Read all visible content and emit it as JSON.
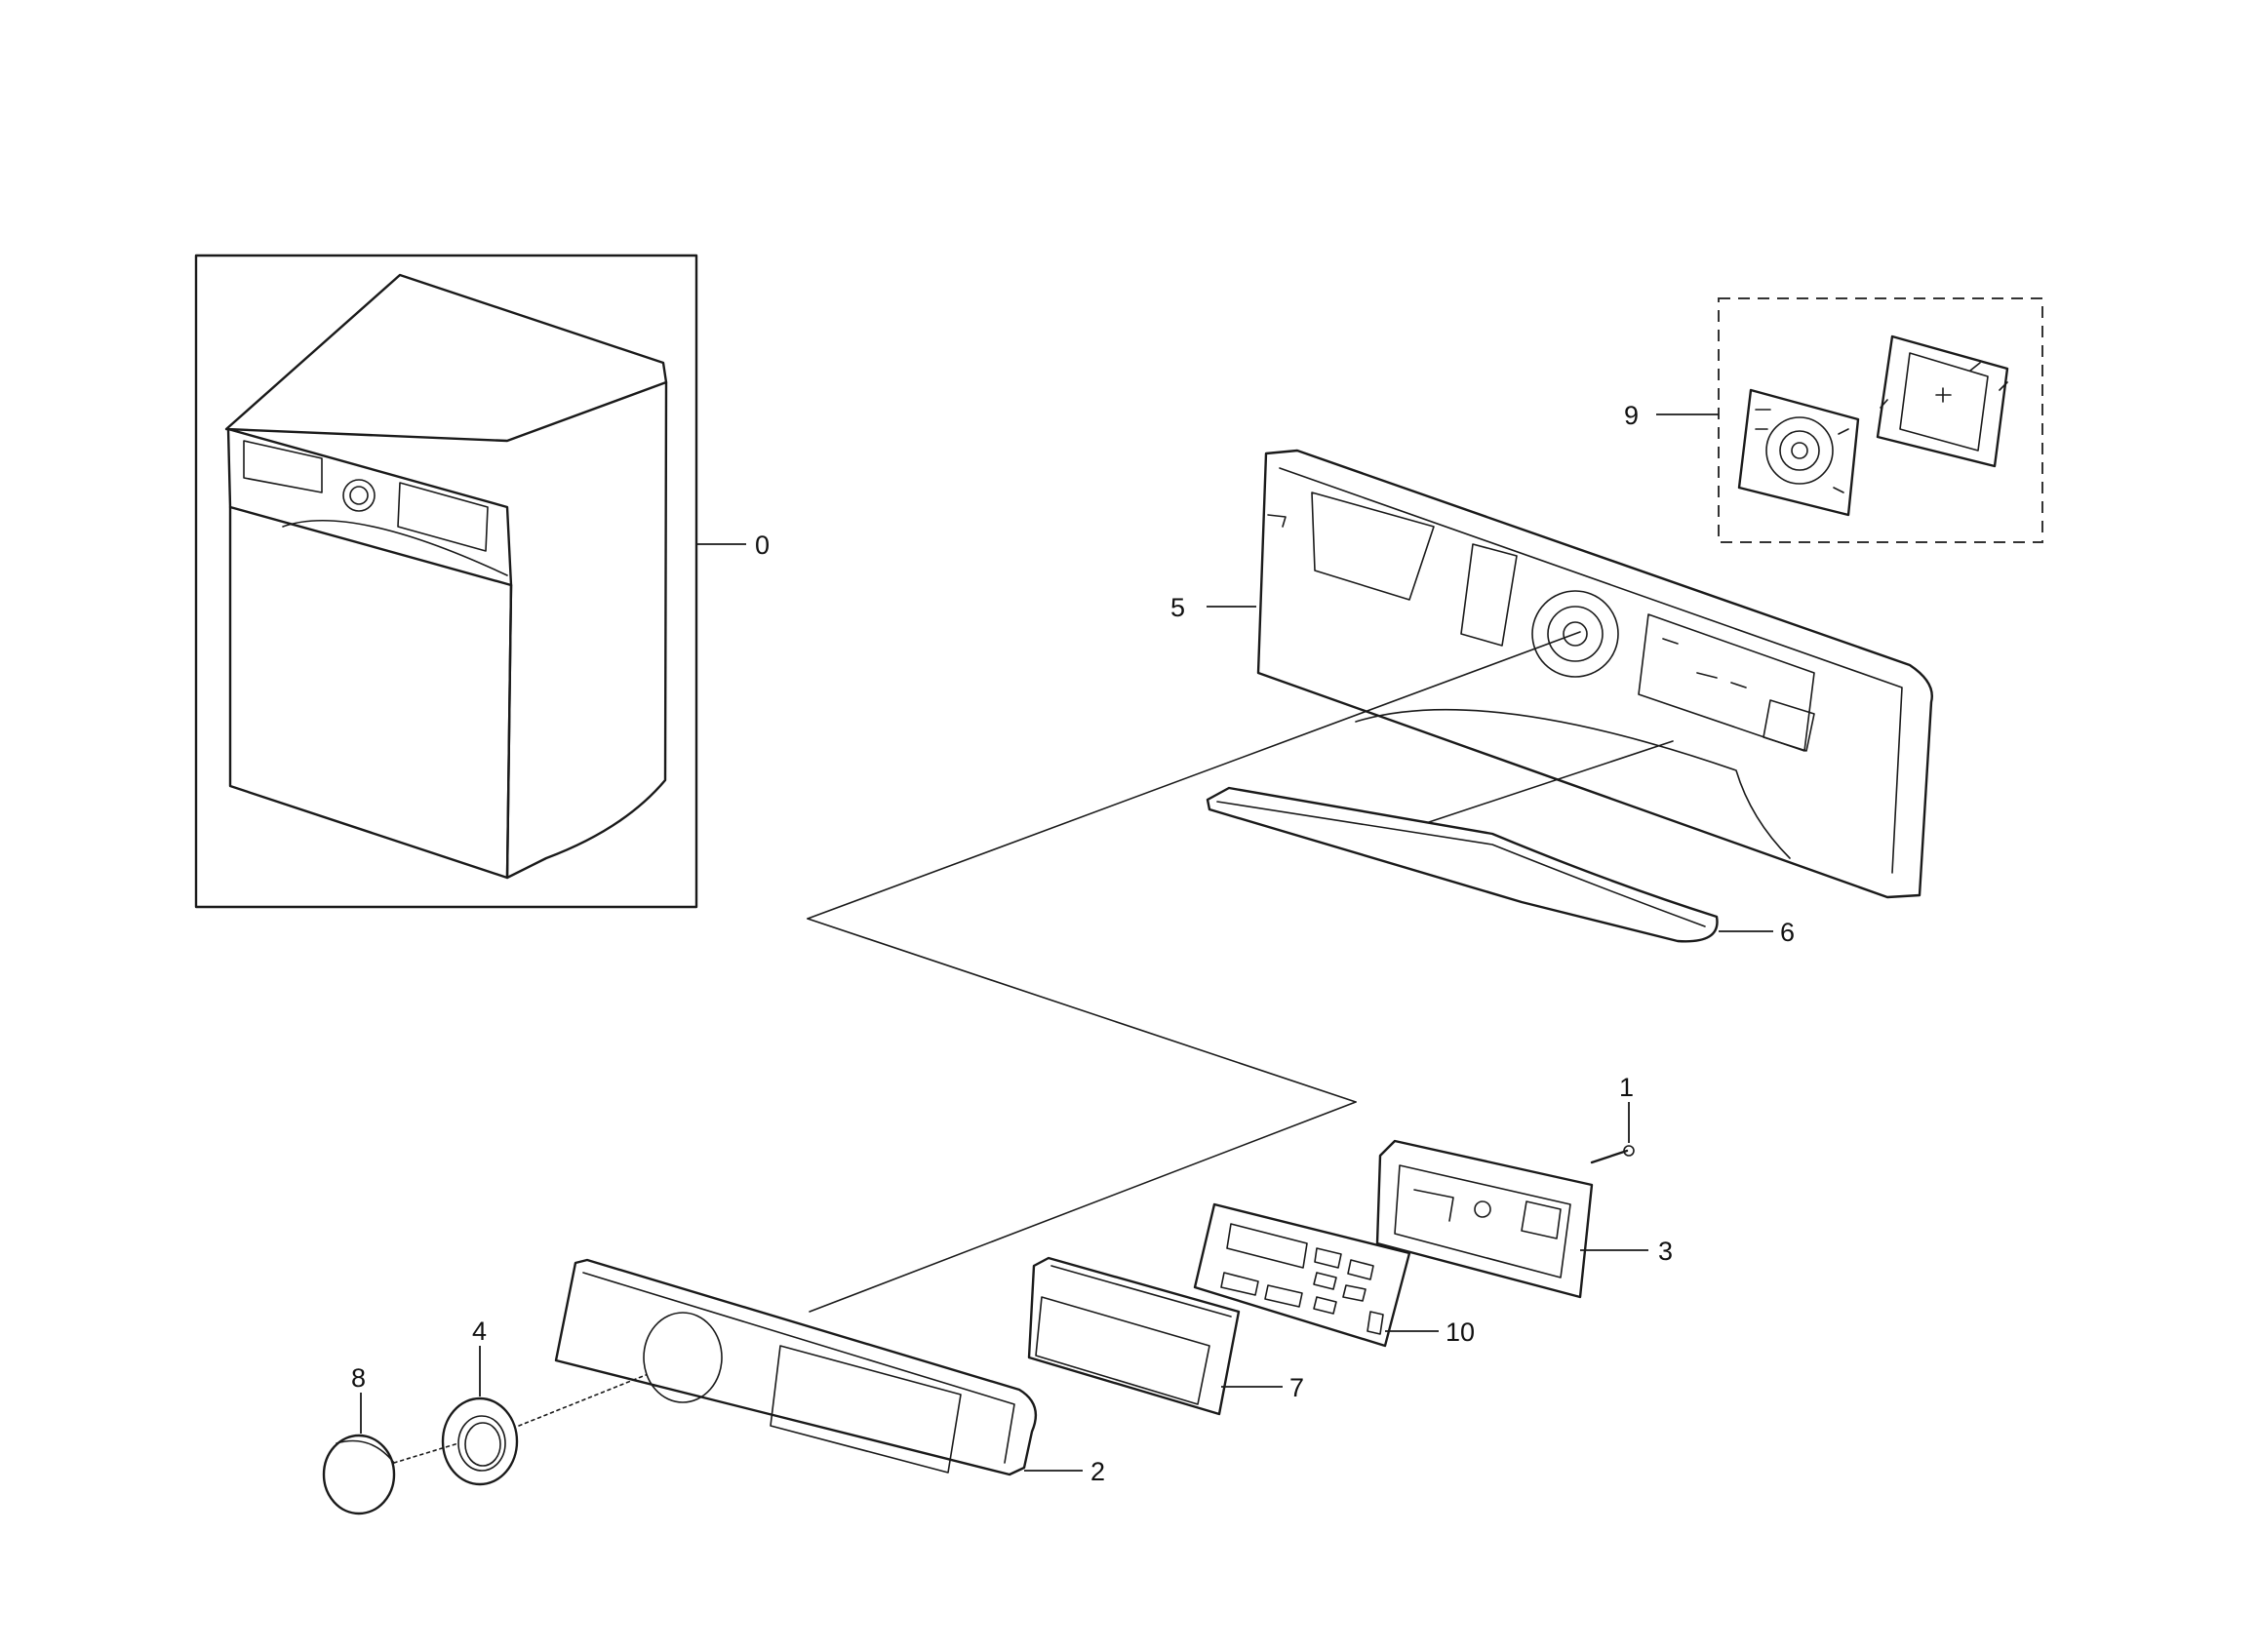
{
  "callouts": [
    {
      "id": "0",
      "part": "assembly-overview"
    },
    {
      "id": "1",
      "part": "screw"
    },
    {
      "id": "2",
      "part": "control-panel-cover"
    },
    {
      "id": "3",
      "part": "pcb-bracket"
    },
    {
      "id": "4",
      "part": "knob-ring"
    },
    {
      "id": "5",
      "part": "control-panel-frame"
    },
    {
      "id": "6",
      "part": "trim-bar"
    },
    {
      "id": "7",
      "part": "display-window"
    },
    {
      "id": "8",
      "part": "knob"
    },
    {
      "id": "9",
      "part": "pcb-assembly-kit"
    },
    {
      "id": "10",
      "part": "display-pcb"
    }
  ]
}
